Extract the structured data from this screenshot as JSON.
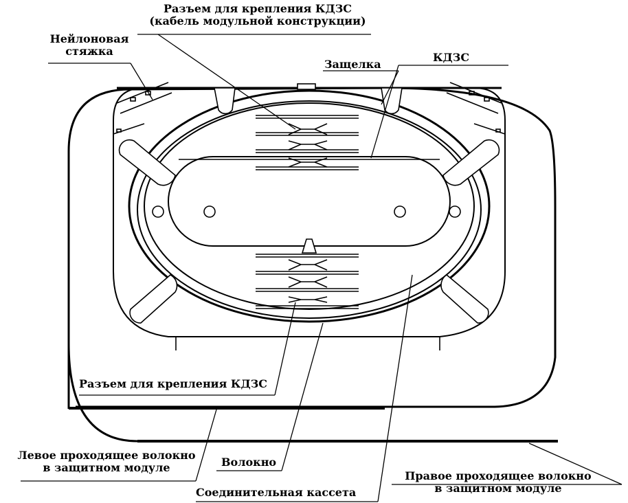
{
  "labels": {
    "top_connector_line1": "Разъем для крепления КДЗС",
    "top_connector_line2": "(кабель модульной конструкции)",
    "nylon_tie_line1": "Нейлоновая",
    "nylon_tie_line2": "стяжка",
    "latch": "Защелка",
    "kdzs": "КДЗС",
    "bottom_connector": "Разъем для крепления КДЗС",
    "left_fiber_line1": "Левое проходящее волокно",
    "left_fiber_line2": "в защитном модуле",
    "fiber": "Волокно",
    "splice_cassette": "Соединительная кассета",
    "right_fiber_line1": "Правое проходящее волокно",
    "right_fiber_line2": "в защитном модуле"
  },
  "colors": {
    "stroke": "#000000",
    "background": "#ffffff"
  }
}
